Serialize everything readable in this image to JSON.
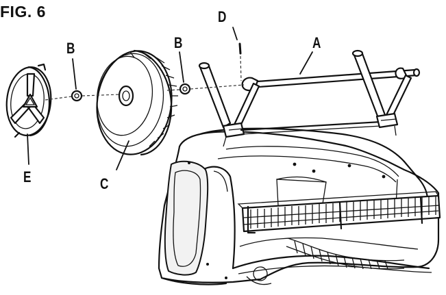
{
  "figure": {
    "title": "FIG. 6",
    "callouts": {
      "A": "A",
      "B1": "B",
      "B2": "B",
      "C": "C",
      "D": "D",
      "E": "E"
    }
  }
}
